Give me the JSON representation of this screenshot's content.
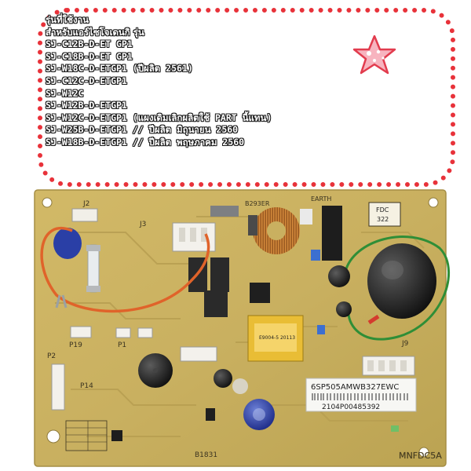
{
  "info": {
    "heading": "รุ่นที่ใช้งาน",
    "subheading": "สำหรับแอร์ไซโจเดนกิ รุ่น",
    "models": [
      "SJ-C12B-D-ET GP1",
      "SJ-C18B-D-ET GP1",
      "SJ-W18C-D-ETGP1 (ปีผลิต 2561)",
      "SJ-C12C-D-ETGP1",
      "SJ-W12C",
      "SJ-W12B-D-ETGP1",
      "SJ-W12C-D-ETGP1 (แผงเดิมเลิกผลิตใช้ PART นี้แทน)",
      "SJ-W25B-D-ETGP1 // ปีผลิต มิถุนายน 2560",
      "SJ-W18B-D-ETGP1 // ปีผลิต พฤษภาคม 2560"
    ]
  },
  "board": {
    "silkscreen": {
      "j2": "J2",
      "j3": "J3",
      "j9": "J9",
      "p19": "P19",
      "p1": "P1",
      "p2": "P2",
      "p14": "P14",
      "code_top": "B293ER",
      "earth": "EARTH",
      "fdc": "FDC",
      "fdc_num": "322",
      "bottom_code": "B1831",
      "board_name": "MNFDC5A",
      "transformer": "E9004-5 20113"
    },
    "sticker": {
      "part_no": "6SP505AMWB327EWC",
      "serial": "2104P00485392"
    }
  },
  "colors": {
    "box_border": "#e8323a",
    "star_fill": "#f7b4bf",
    "star_stroke": "#e23c4e",
    "pcb": "#c9b060",
    "pcb_dark": "#9c8743"
  }
}
